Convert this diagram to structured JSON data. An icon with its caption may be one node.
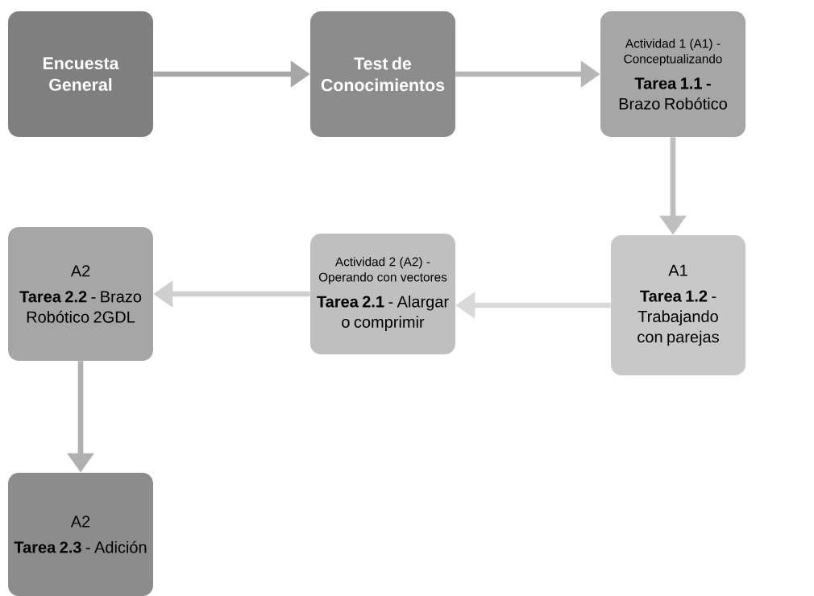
{
  "diagram": {
    "nodes": [
      {
        "text": [
          "Encuesta General"
        ]
      },
      {
        "text": [
          "Test de Conocimientos"
        ]
      },
      {
        "text": [
          "Actividad 1 (A1) - Conceptualizando",
          "**Tarea 1.1 -** Brazo Robótico"
        ]
      },
      {
        "text": [
          "A1",
          "**Tarea 1.2** - Trabajando con parejas"
        ]
      },
      {
        "text": [
          "Actividad 2 (A2) - Operando con vectores",
          "**Tarea 2.1** - Alargar o comprimir"
        ]
      },
      {
        "text": [
          "A2",
          "**Tarea 2.2** - Brazo Robótico 2GDL"
        ]
      },
      {
        "text": [
          "A2",
          "**Tarea 2.3** - Adición"
        ]
      }
    ],
    "edges": [
      {
        "from": 0,
        "to": 1,
        "arrow": "to"
      },
      {
        "from": 1,
        "to": 2,
        "arrow": "to"
      },
      {
        "from": 2,
        "to": 3,
        "arrow": "to"
      },
      {
        "from": 3,
        "to": 4,
        "arrow": "to"
      },
      {
        "from": 4,
        "to": 5,
        "arrow": "to"
      },
      {
        "from": 5,
        "to": 6,
        "arrow": "to"
      }
    ]
  }
}
